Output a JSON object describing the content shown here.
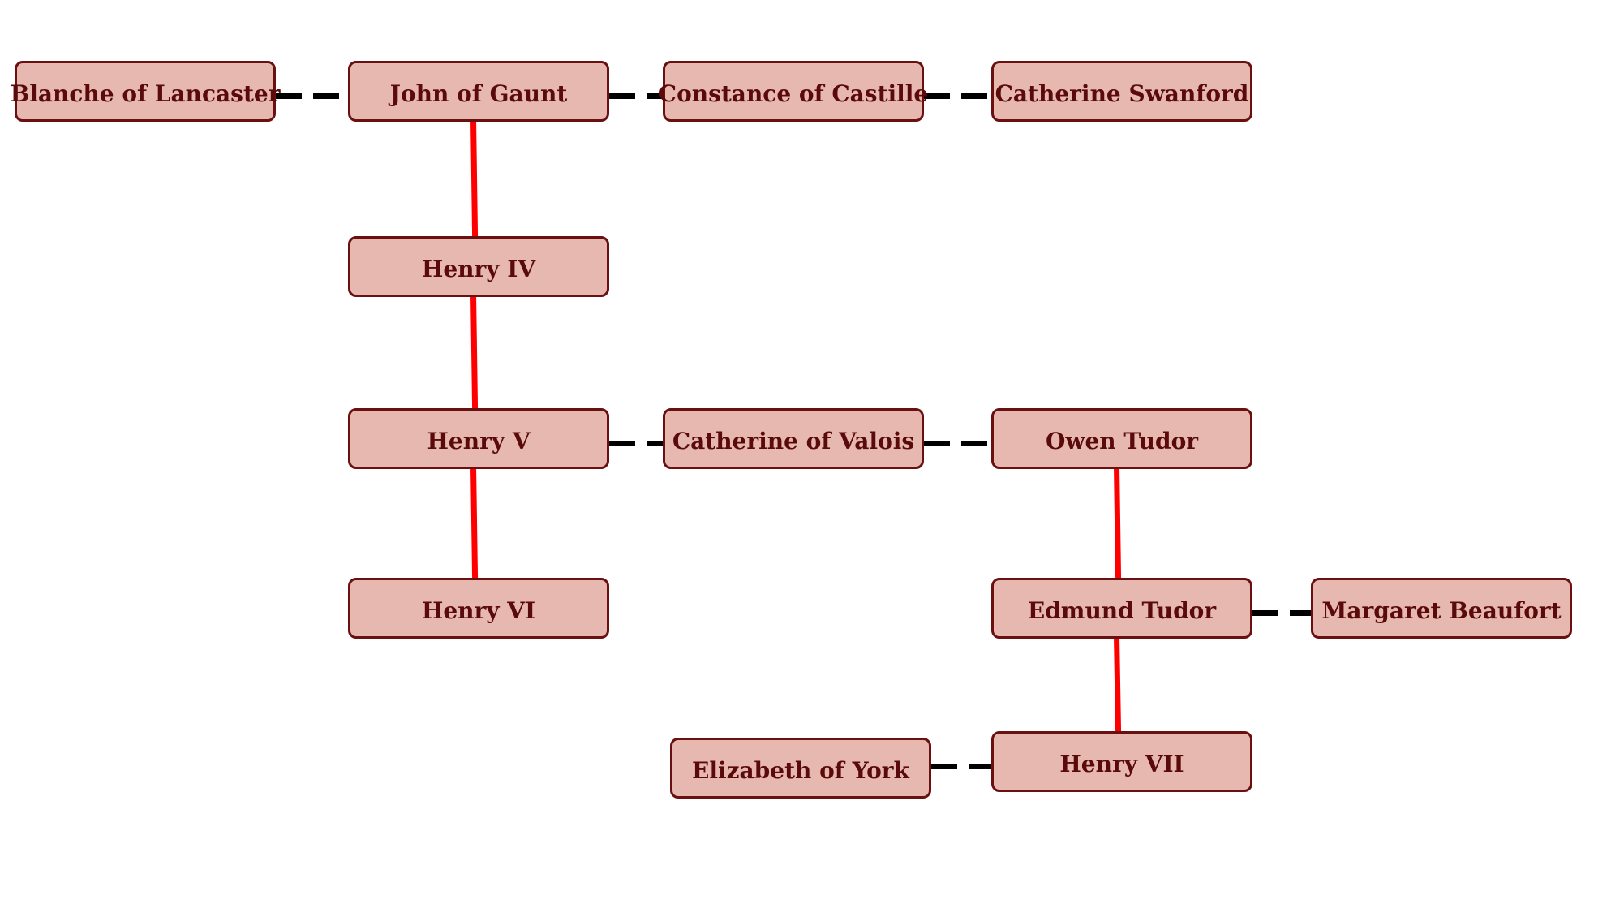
{
  "people": {
    "blanche": "Blanche of Lancaster",
    "john": "John of Gaunt",
    "constance": "Constance of Castille",
    "swanford": "Catherine Swanford",
    "henry4": "Henry IV",
    "henry5": "Henry V",
    "valois": "Catherine of Valois",
    "owen": "Owen Tudor",
    "henry6": "Henry VI",
    "edmund": "Edmund Tudor",
    "margaret": "Margaret Beaufort",
    "elizabeth": "Elizabeth of York",
    "henry7": "Henry VII"
  },
  "marriages": [
    [
      "blanche",
      "john"
    ],
    [
      "john",
      "constance"
    ],
    [
      "constance",
      "swanford"
    ],
    [
      "henry5",
      "valois"
    ],
    [
      "valois",
      "owen"
    ],
    [
      "edmund",
      "margaret"
    ],
    [
      "elizabeth",
      "henry7"
    ]
  ],
  "descent": [
    [
      "john",
      "henry4"
    ],
    [
      "henry4",
      "henry5"
    ],
    [
      "henry5",
      "henry6"
    ],
    [
      "owen",
      "edmund"
    ],
    [
      "edmund",
      "henry7"
    ]
  ],
  "colors": {
    "box_fill": "#e6b8b0",
    "box_border": "#6b1010",
    "text": "#5a0a0a",
    "descent_line": "#ff0000",
    "marriage_line": "#000000"
  }
}
